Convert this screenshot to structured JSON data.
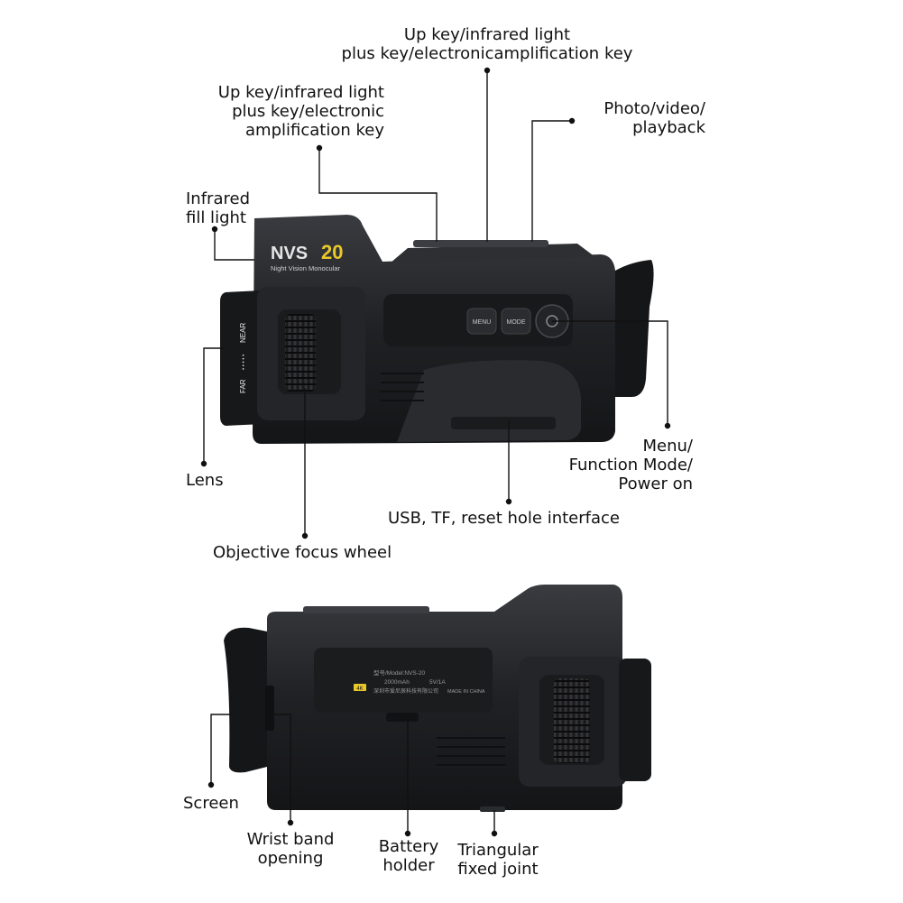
{
  "device": {
    "brand": "NVS",
    "model_suffix": "20",
    "subtitle": "Night Vision Monocular",
    "buttons": {
      "menu": "MENU",
      "mode": "MODE"
    },
    "focus_scale": {
      "near": "NEAR",
      "far": "FAR",
      "dots": "• • • • •"
    },
    "label_plate": {
      "model": "型号/Model:NVS-20",
      "battery": "2000mAh",
      "input": "5V/1A",
      "maker": "深圳市爱尼辰科技有限公司",
      "origin": "MADE IN CHINA",
      "badge": "4K"
    }
  },
  "callouts": {
    "top_key": [
      "Up key/infrared light",
      "plus key/electronicamplification key"
    ],
    "left_key": [
      "Up key/infrared light",
      "plus key/electronic",
      "amplification key"
    ],
    "photo": [
      "Photo/video/",
      "playback"
    ],
    "infrared": [
      "Infrared",
      "fill light"
    ],
    "lens": "Lens",
    "menu": [
      "Menu/",
      "Function Mode/",
      "Power on"
    ],
    "usb": "USB, TF, reset hole interface",
    "focus": "Objective focus wheel",
    "screen": "Screen",
    "wrist": [
      "Wrist band",
      "opening"
    ],
    "battery": [
      "Battery",
      "holder"
    ],
    "joint": [
      "Triangular",
      "fixed joint"
    ]
  },
  "colors": {
    "body": "#1c1d20",
    "body_light": "#2c2d31",
    "accent_yellow": "#e9c92a",
    "line": "#111111"
  }
}
